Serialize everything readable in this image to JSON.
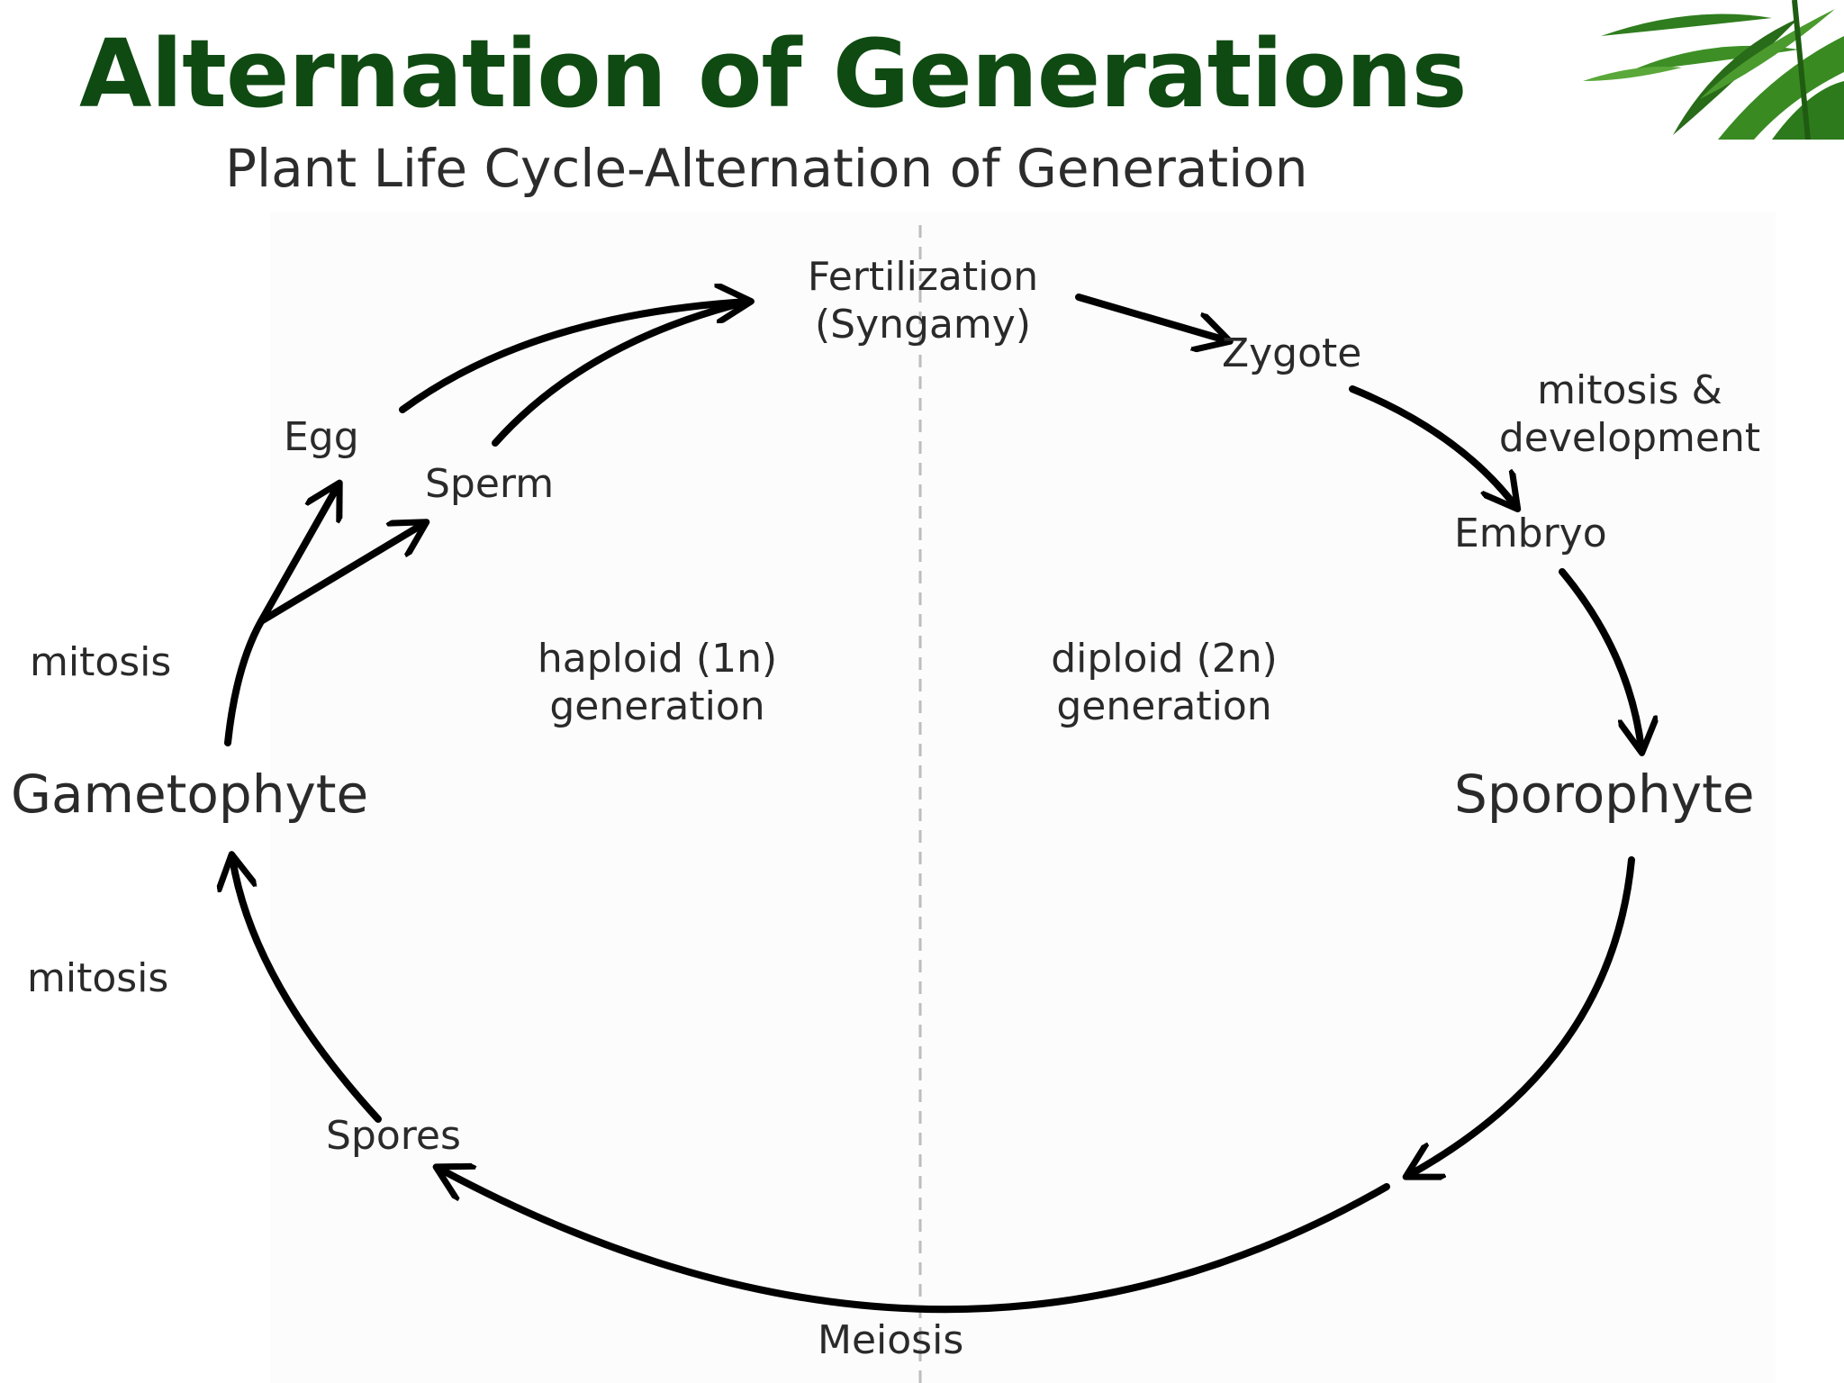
{
  "slide": {
    "title": "Alternation of Generations",
    "title_color": "#0f4a12",
    "decoration": "bamboo-leaves"
  },
  "diagram": {
    "heading": "Plant Life Cycle-Alternation of Generation",
    "stages": {
      "fertilization_line1": "Fertilization",
      "fertilization_line2": "(Syngamy)",
      "zygote": "Zygote",
      "embryo": "Embryo",
      "sporophyte": "Sporophyte",
      "meiosis": "Meiosis",
      "spores": "Spores",
      "gametophyte": "Gametophyte",
      "egg": "Egg",
      "sperm": "Sperm"
    },
    "processes": {
      "mitosis_development_line1": "mitosis &",
      "mitosis_development_line2": "development",
      "mitosis_upper": "mitosis",
      "mitosis_lower": "mitosis"
    },
    "generations": {
      "haploid_line1": "haploid (1n)",
      "haploid_line2": "generation",
      "diploid_line1": "diploid (2n)",
      "diploid_line2": "generation"
    }
  }
}
